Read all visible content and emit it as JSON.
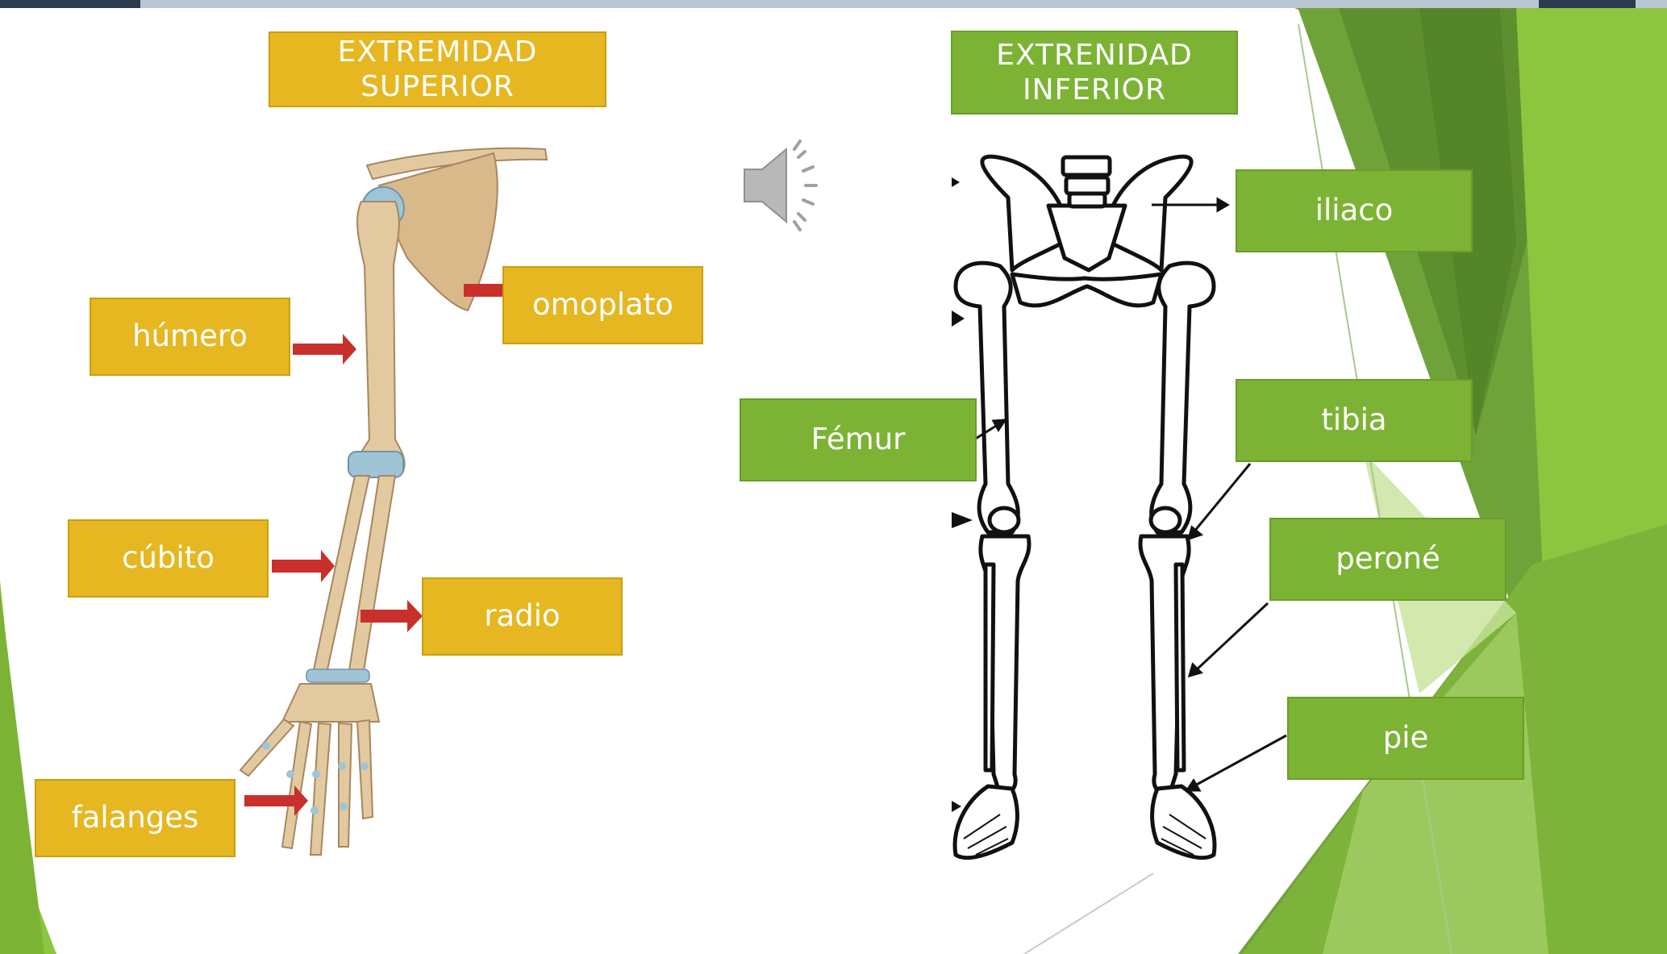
{
  "colors": {
    "yellow": "#e6b720",
    "green": "#7cb334",
    "arrow_red": "#c9302c",
    "bone": "#e3c9a0",
    "cartilage": "#9fc4d6"
  },
  "upper": {
    "title": "EXTREMIDAD\nSUPERIOR",
    "labels": {
      "humero": "húmero",
      "omoplato": "omoplato",
      "cubito": "cúbito",
      "radio": "radio",
      "falanges": "falanges"
    }
  },
  "lower": {
    "title": "EXTRENIDAD\nINFERIOR",
    "labels": {
      "femur": "Fémur",
      "iliaco": "iliaco",
      "tibia": "tibia",
      "perone": "peroné",
      "pie": "pie"
    }
  },
  "speaker_icon": "speaker-icon"
}
